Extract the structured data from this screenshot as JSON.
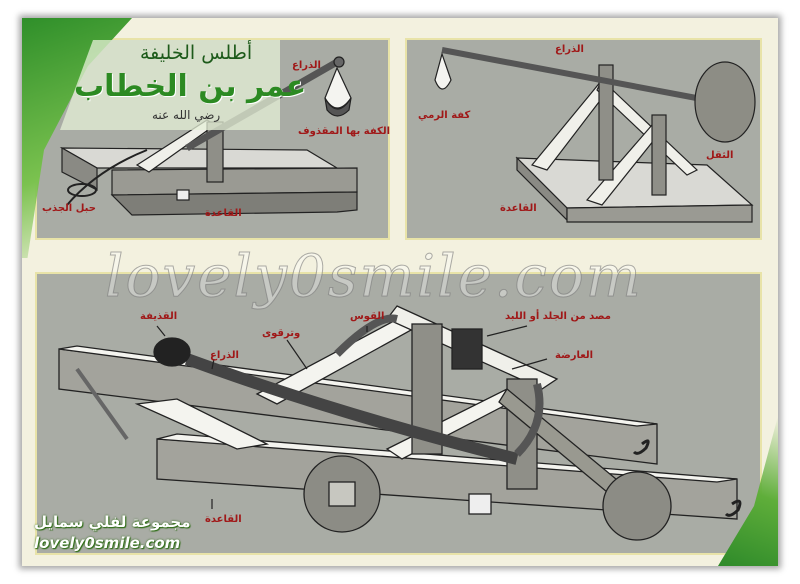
{
  "title": {
    "line1": "أطلس الخليفة",
    "line2": "عمر بن الخطاب",
    "line3": "رضي الله عنه"
  },
  "panel1": {
    "labels": [
      "الذراع",
      "الكفة بها المقذوف",
      "حبل الجذب",
      "القاعدة"
    ]
  },
  "panel2": {
    "labels": [
      "الذراع",
      "كفة الرمي",
      "الثقل",
      "القاعدة"
    ]
  },
  "panel3": {
    "labels": [
      "القذيفة",
      "القوس",
      "مصد من الجلد أو اللبد",
      "وترقوى",
      "الذراع",
      "العارضة",
      "القاعدة"
    ]
  },
  "watermark": "lovely0smile.com",
  "brand": {
    "arabic": "مجموعة لفلي سمايل",
    "latin": "lovely0smile.com"
  },
  "colors": {
    "label": "#a01818",
    "brand_green": "#2c8a22",
    "panel": "#a9aca5"
  }
}
